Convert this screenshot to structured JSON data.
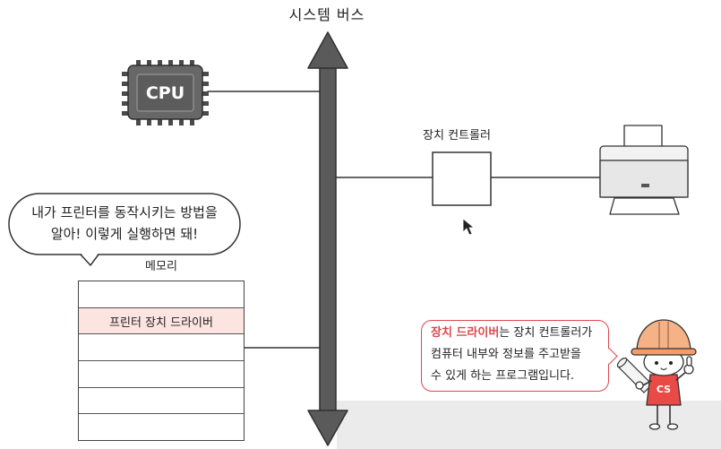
{
  "title": "시스템 버스",
  "cpu": {
    "label": "CPU",
    "icon": "cpu-chip-icon"
  },
  "device_controller": {
    "label": "장치 컨트롤러"
  },
  "printer": {
    "icon": "printer-icon"
  },
  "speech_bubble": {
    "lines": [
      "내가 프린터를 동작시키는 방법을",
      "알아! 이렇게 실행하면 돼!"
    ]
  },
  "memory": {
    "label": "메모리",
    "rows": [
      "",
      "프린터 장치 드라이버",
      "",
      "",
      "",
      ""
    ],
    "highlighted_row": 1
  },
  "info_box": {
    "highlight": "장치 드라이버",
    "line1_rest": "는 장치 컨트롤러가",
    "line2": "컴퓨터 내부와 정보를 주고받을",
    "line3": "수 있게 하는 프로그램입니다."
  },
  "mascot": {
    "badge": "CS",
    "icon": "mascot-character"
  },
  "cursor": {
    "icon": "mouse-cursor-icon"
  },
  "colors": {
    "accent": "#e0474c",
    "highlight_row": "#fce4e1",
    "bus": "#5a5a5a",
    "chip": "#676767",
    "helmet": "#f5b287",
    "shirt": "#e84a45",
    "floor": "#ebebeb",
    "line": "#333333"
  }
}
